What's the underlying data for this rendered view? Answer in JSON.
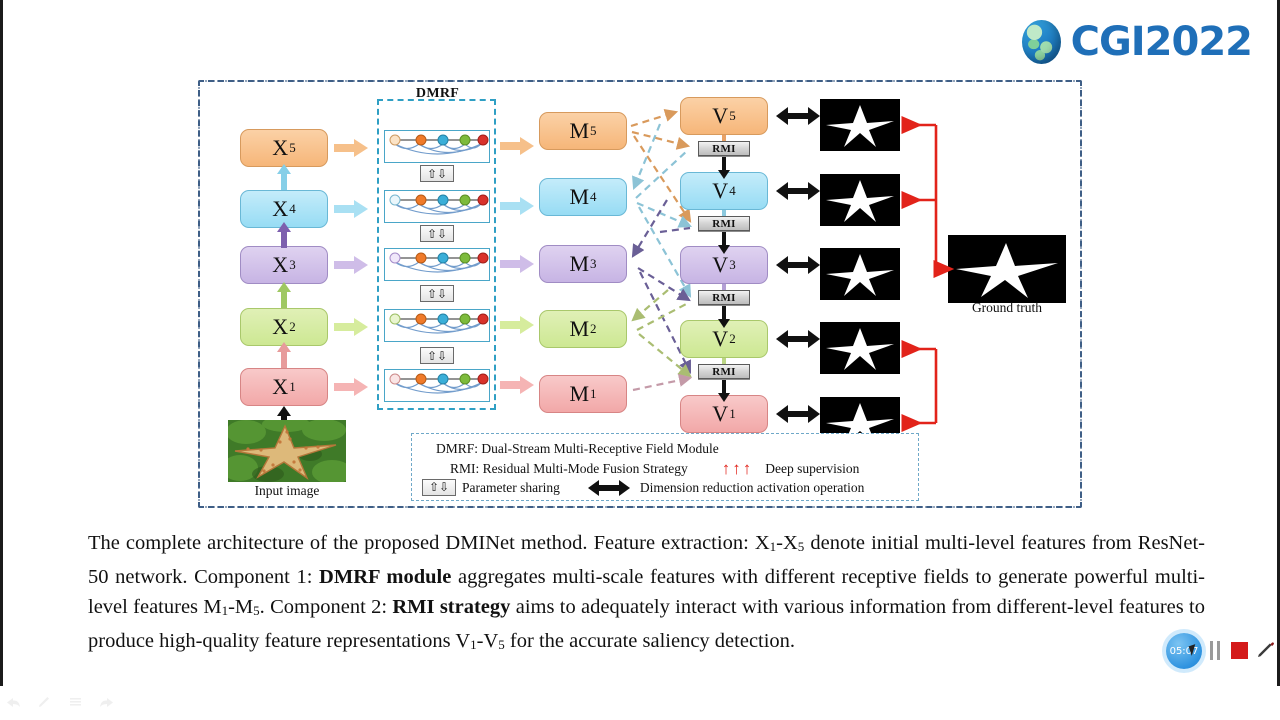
{
  "logo": {
    "text": "CGI2022",
    "globe_icon": "globe-icon",
    "accent": "#1f6fb8"
  },
  "figure": {
    "dmrf_group_title": "DMRF",
    "stages": [
      {
        "x": "X",
        "x_sub": "5",
        "m": "M",
        "m_sub": "5",
        "v": "V",
        "v_sub": "5",
        "color": "#f6b679"
      },
      {
        "x": "X",
        "x_sub": "4",
        "m": "M",
        "m_sub": "4",
        "v": "V",
        "v_sub": "4",
        "color": "#97dcf4"
      },
      {
        "x": "X",
        "x_sub": "3",
        "m": "M",
        "m_sub": "3",
        "v": "V",
        "v_sub": "3",
        "color": "#c7b4e4"
      },
      {
        "x": "X",
        "x_sub": "2",
        "m": "M",
        "m_sub": "2",
        "v": "V",
        "v_sub": "2",
        "color": "#cde893"
      },
      {
        "x": "X",
        "x_sub": "1",
        "m": "M",
        "m_sub": "1",
        "v": "V",
        "v_sub": "1",
        "color": "#f2a8a8"
      }
    ],
    "rmi_label": "RMI",
    "param_share_glyph": "⇧⇩",
    "input_image_caption": "Input image",
    "ground_truth_caption": "Ground truth",
    "supervision_color": "#e2231a"
  },
  "legend": {
    "line1": "DMRF: Dual-Stream Multi-Receptive Field Module",
    "line2": "RMI: Residual Multi-Mode Fusion Strategy",
    "deep_supervision": "Deep supervision",
    "parameter_sharing": "Parameter sharing",
    "dimension_reduction": "Dimension reduction activation operation",
    "param_share_glyph": "⇧⇩"
  },
  "caption": {
    "p1": "The complete architecture of the proposed DMINet method. Feature extraction: X",
    "p1_sub1": "1",
    "p1_b": "-X",
    "p1_sub2": "5",
    "p1_c": " denote initial multi-level features from ResNet-50 network. Component 1: ",
    "bold1": "DMRF module",
    "p2": " aggregates multi-scale features with different receptive fields to generate powerful multi-level features M",
    "p2_sub1": "1",
    "p2_b": "-M",
    "p2_sub2": "5",
    "p2_c": ". Component 2: ",
    "bold2": "RMI strategy",
    "p3": " aims to adequately interact with various information from different-level features to produce high-quality feature representations V",
    "p3_sub1": "1",
    "p3_b": "-V",
    "p3_sub2": "5",
    "p3_c": " for the accurate saliency detection."
  },
  "player": {
    "time": "05:07",
    "pause_icon": "pause-icon",
    "stop_icon": "stop-record-icon",
    "pencil_icon": "pencil-icon",
    "cursor_icon": "cursor-icon"
  },
  "toolbar": {
    "items": [
      "back-icon",
      "pencil-icon",
      "list-icon",
      "forward-icon"
    ]
  }
}
